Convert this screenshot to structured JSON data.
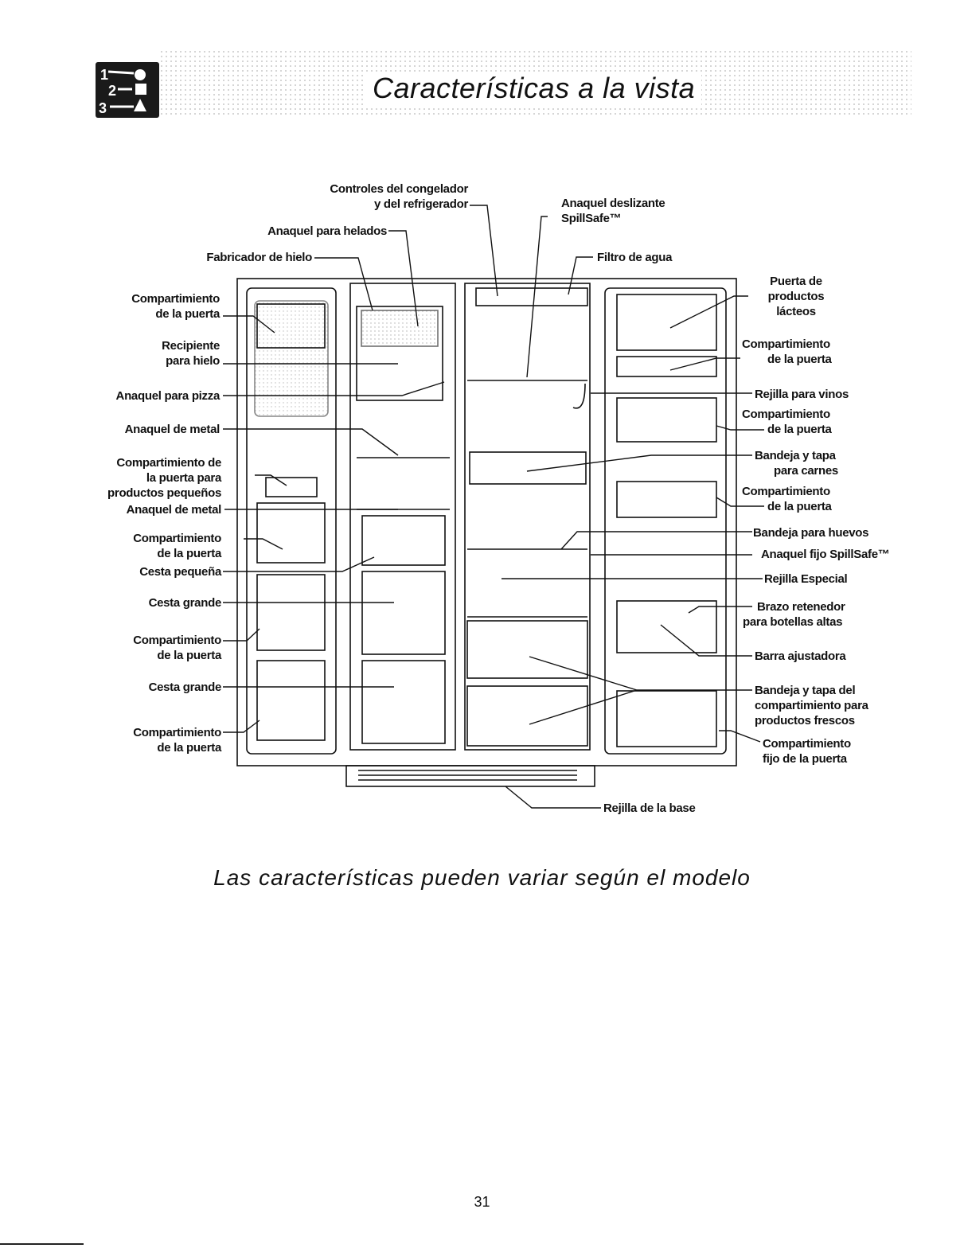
{
  "header": {
    "title": "Características a la vista",
    "icon_digits": [
      "1",
      "2",
      "3"
    ]
  },
  "labels": {
    "controls": [
      "Controles del congelador",
      "y del refrigerador"
    ],
    "shelf_slide": [
      "Anaquel deslizante",
      "SpillSafe™"
    ],
    "ice_cream": "Anaquel para helados",
    "ice_maker": "Fabricador de hielo",
    "water_filter": "Filtro de agua",
    "door_bin": [
      "Compartimiento",
      "de la puerta"
    ],
    "ice_bin": [
      "Recipiente",
      "para hielo"
    ],
    "pizza_shelf": "Anaquel para pizza",
    "metal_shelf": "Anaquel de metal",
    "small_items_bin": [
      "Compartimiento de",
      "la puerta para",
      "productos pequeños"
    ],
    "small_basket": "Cesta pequeña",
    "large_basket": "Cesta grande",
    "dairy_door": [
      "Puerta de",
      "productos",
      "lácteos"
    ],
    "wine_rack": "Rejilla para vinos",
    "meat_drawer": [
      "Bandeja y tapa",
      "para carnes"
    ],
    "egg_tray": "Bandeja para huevos",
    "fixed_shelf": "Anaquel fijo SpillSafe™",
    "special_rack": "Rejilla Especial",
    "tall_bottle_arm": [
      "Brazo retenedor",
      "para botellas altas"
    ],
    "adjust_bar": "Barra ajustadora",
    "crisper": [
      "Bandeja y tapa del",
      "compartimiento para",
      "productos frescos"
    ],
    "fixed_door_bin": [
      "Compartimiento",
      "fijo de la puerta"
    ],
    "base_grille": "Rejilla de la base"
  },
  "subtitle": "Las características pueden variar según el modelo",
  "page_number": "31"
}
